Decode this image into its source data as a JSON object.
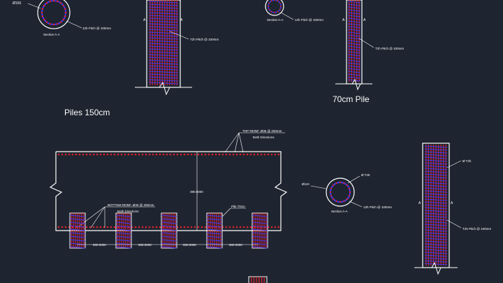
{
  "viewport": {
    "background": "#1e2530"
  },
  "colors": {
    "line": "#ffffff",
    "rebar": "#e0202a",
    "stirrup": "#3a3aff",
    "bg": "#1e2530"
  },
  "top_left": {
    "section_diameter_label": "Ø150",
    "section_pitch_label": "12h Pitch @ 100mm",
    "section_title": "Section A-A",
    "pile_pitch_label": "T2h Pitch @ 100mm"
  },
  "top_middle": {
    "section_pitch_label": "12h Pitch @ 100mm",
    "section_title": "Section A-A",
    "pile_pitch_label": "T2h Pitch @ 100mm",
    "title": "70cm Pile"
  },
  "piles_150_title": "Piles 150cm",
  "cap": {
    "top_reinf_label": "TOP REINF. Ø36 @ 200mm",
    "top_reinf_sub": "Both Directions",
    "bottom_reinf_label": "BOTTOM REINF. Ø40 @ 200mm",
    "bottom_reinf_sub": "Both Directions",
    "height_dim": "390.0000",
    "pile_label": "Pile 70cm",
    "spacing_dims": [
      "600.0000",
      "600.0000",
      "600.0000",
      "600.0000"
    ]
  },
  "right_section": {
    "diameter_label": "Ø110",
    "bar_label": "Ø T25",
    "pitch_label": "12h Pitch @ 100mm",
    "title": "Section A-A"
  },
  "right_pile": {
    "top_label": "Ø T2h",
    "pitch_label": "T25 Pitch @ 100mm",
    "section_mark": "A"
  }
}
